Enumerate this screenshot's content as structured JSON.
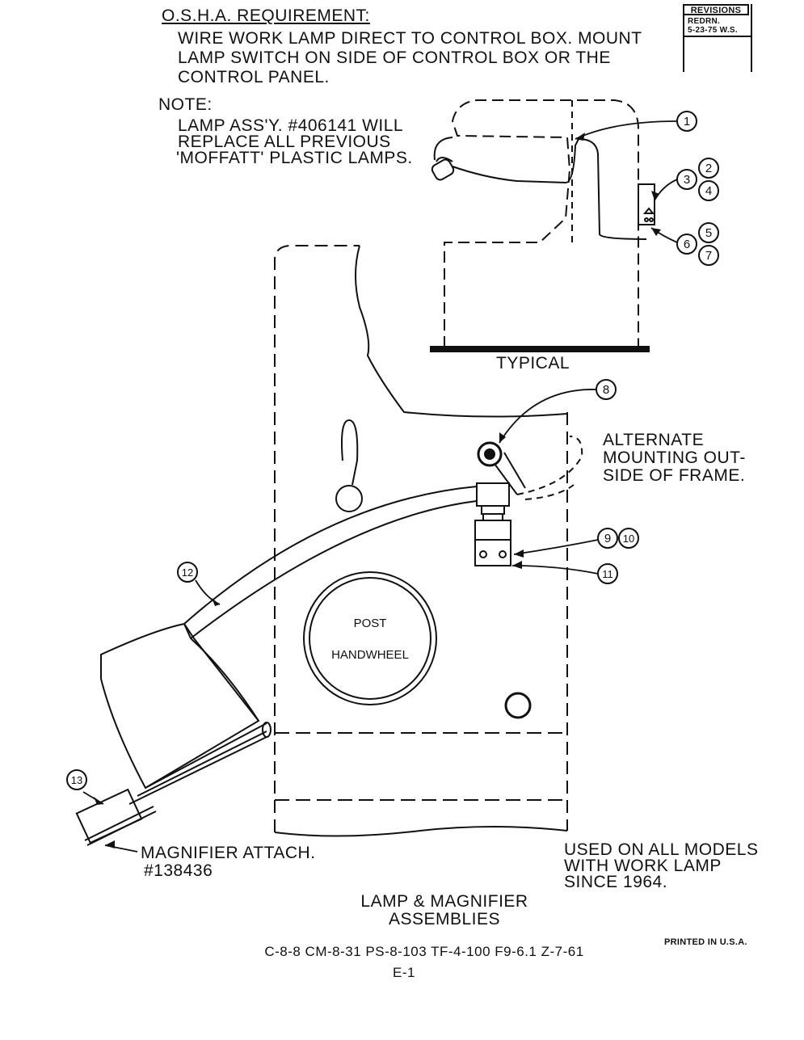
{
  "header": {
    "requirement_title": "O.S.H.A. REQUIREMENT:",
    "requirement_lines": [
      "WIRE WORK LAMP DIRECT TO CONTROL BOX. MOUNT",
      "LAMP SWITCH ON SIDE OF CONTROL BOX OR THE",
      "CONTROL PANEL."
    ],
    "note_title": "NOTE:",
    "note_lines": [
      "LAMP ASS'Y. #406141 WILL",
      "REPLACE ALL PREVIOUS",
      "'MOFFATT' PLASTIC LAMPS."
    ]
  },
  "revisions": {
    "title": "REVISIONS",
    "lines": [
      "REDRN.",
      "5-23-75 W.S."
    ]
  },
  "labels": {
    "typical": "TYPICAL",
    "alternate": [
      "ALTERNATE",
      "MOUNTING OUT-",
      "SIDE OF FRAME."
    ],
    "post": "POST",
    "handwheel": "HANDWHEEL",
    "magnifier": [
      "MAGNIFIER ATTACH.",
      "#138436"
    ],
    "used_on": [
      "USED ON ALL MODELS",
      "WITH WORK LAMP",
      "SINCE 1964."
    ]
  },
  "callouts": [
    "1",
    "2",
    "3",
    "4",
    "5",
    "6",
    "7",
    "8",
    "9",
    "10",
    "11",
    "12",
    "13"
  ],
  "footer": {
    "title_lines": [
      "LAMP & MAGNIFIER",
      "ASSEMBLIES"
    ],
    "codes": "C-8-8  CM-8-31  PS-8-103  TF-4-100  F9-6.1  Z-7-61",
    "page": "E-1",
    "printed": "PRINTED IN U.S.A."
  }
}
